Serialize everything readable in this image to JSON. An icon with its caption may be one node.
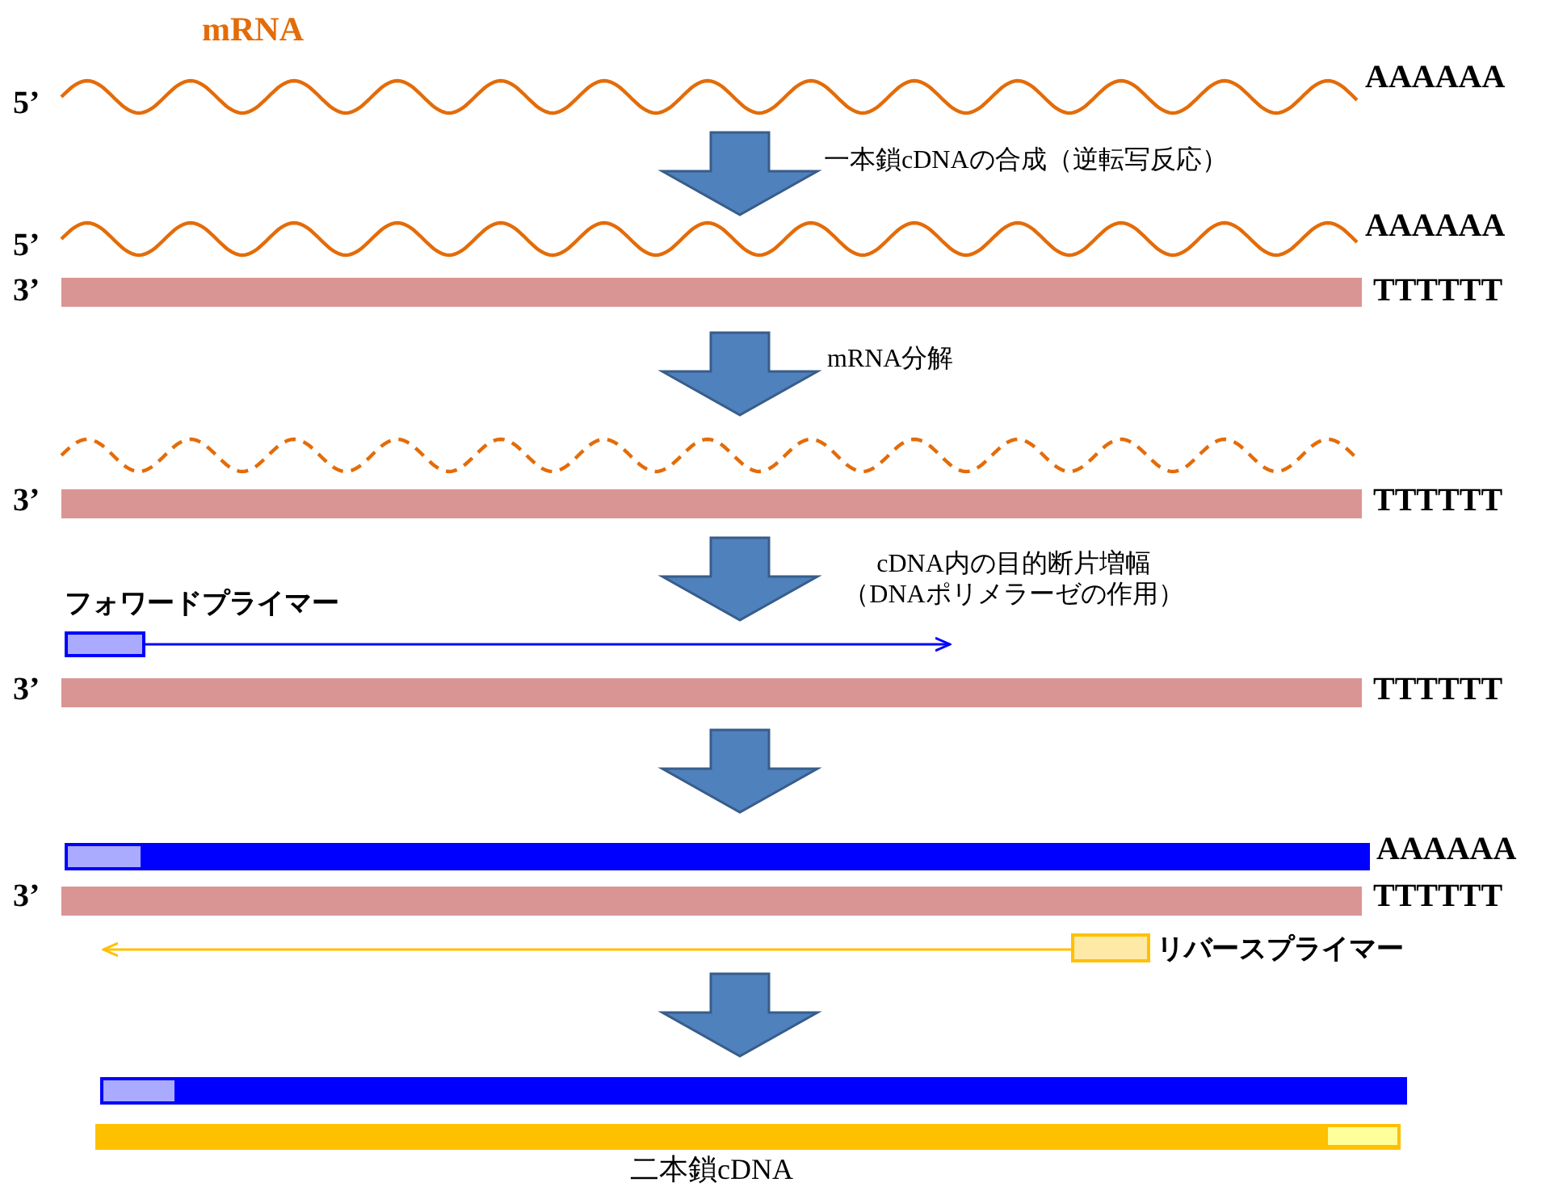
{
  "diagram": {
    "labels": [
      "mRNA",
      "5’",
      "AAAAAA",
      "一本鎖cDNAの合成（逆転写反応）",
      "5’",
      "AAAAAA",
      "3’",
      "TTTTTT",
      "mRNA分解",
      "3’",
      "TTTTTT",
      "cDNA内の目的断片増幅（DNAポリメラーゼの作用）",
      "フォワードプライマー",
      "3’",
      "TTTTTT",
      "AAAAAA",
      "3’",
      "TTTTTT",
      "リバースプライマー",
      "二本鎖cDNA"
    ]
  }
}
